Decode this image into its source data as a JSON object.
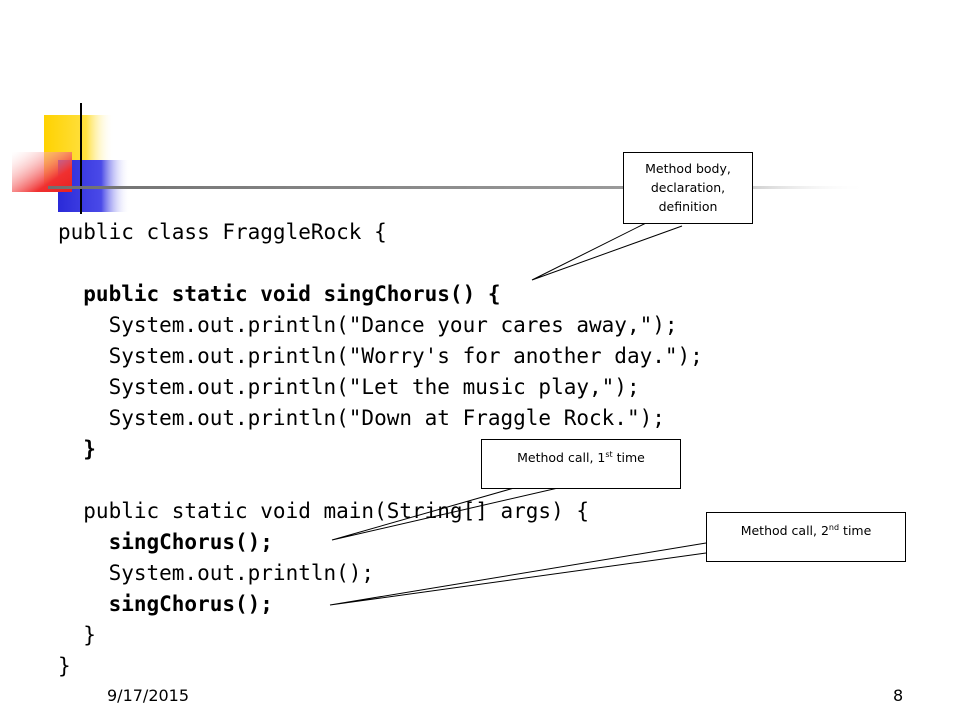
{
  "code": {
    "lines": [
      "public class FraggleRock {",
      "  public static void singChorus() {",
      "    System.out.println(\"Dance your cares away,\");",
      "    System.out.println(\"Worry's for another day.\");",
      "    System.out.println(\"Let the music play,\");",
      "    System.out.println(\"Down at Fraggle Rock.\");",
      "  }",
      "  public static void main(String[] args) {",
      "    singChorus();",
      "    System.out.println();",
      "    singChorus();",
      "  }",
      "}"
    ]
  },
  "callouts": {
    "definition": {
      "line1": "Method body,",
      "line2": "declaration,",
      "line3": "definition"
    },
    "call1": {
      "text": "Method call, 1",
      "sup": "st",
      "suffix": " time"
    },
    "call2": {
      "text": "Method call, 2",
      "sup": "nd",
      "suffix": " time"
    }
  },
  "footer": {
    "date": "9/17/2015",
    "page_number": "8"
  },
  "colors": {
    "accent_yellow": "#ffd200",
    "accent_blue": "#3030e0",
    "accent_red": "#f03030",
    "rule_gray": "#808080"
  }
}
